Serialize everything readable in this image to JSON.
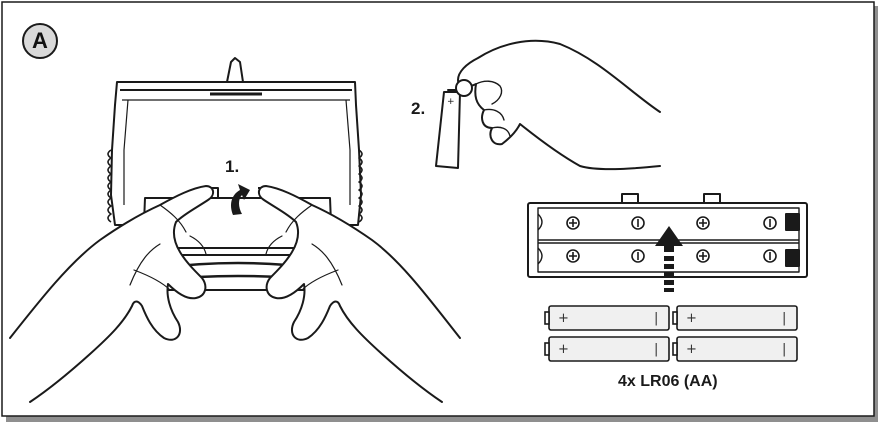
{
  "badge": {
    "letter": "A"
  },
  "steps": {
    "step1": "1.",
    "step2": "2."
  },
  "battery_caption": "4x LR06 (AA)",
  "battery_marks": {
    "plus": "+",
    "minus": "|"
  },
  "icons": [
    "plus-terminal-icon",
    "minus-terminal-icon",
    "arrow-up-icon",
    "curved-arrow-icon"
  ],
  "colors": {
    "line": "#1a1a1a",
    "fill": "#ffffff",
    "frame_shadow": "#9a9a9a",
    "badge_fill": "#d9d9d9",
    "battery_fill": "#efefef"
  }
}
